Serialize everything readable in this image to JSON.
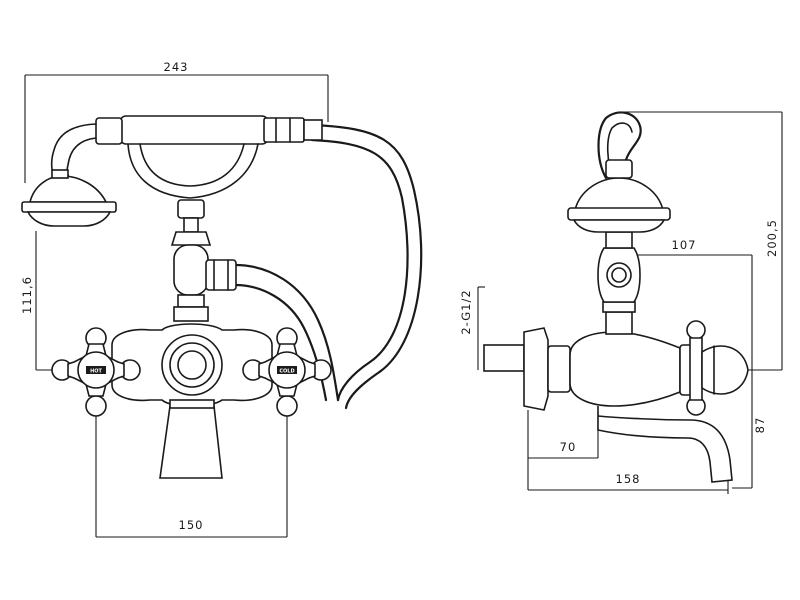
{
  "dimensions": {
    "front_width": "243",
    "front_height": "111,6",
    "handle_spacing": "150",
    "side_height": "200,5",
    "side_top": "107",
    "side_thread": "2-G1/2",
    "side_offset": "70",
    "side_depth": "87",
    "side_length": "158"
  },
  "handle_labels": {
    "left": "HOT",
    "right": "COLD"
  }
}
